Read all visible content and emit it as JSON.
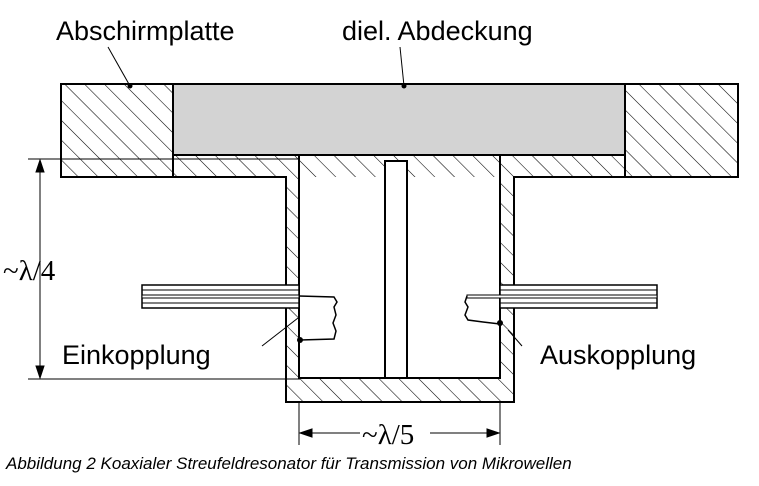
{
  "labels": {
    "shield_plate": "Abschirmplatte",
    "dielectric_cover": "diel. Abdeckung",
    "input_coupling": "Einkopplung",
    "output_coupling": "Auskopplung",
    "height_dimension": "~λ/4",
    "width_dimension": "~λ/5"
  },
  "caption": "Abbildung 2 Koaxialer Streufeldresonator für Transmission von Mikrowellen",
  "colors": {
    "line": "#000000",
    "dielectric_fill": "#d3d3d3",
    "background": "#ffffff"
  }
}
